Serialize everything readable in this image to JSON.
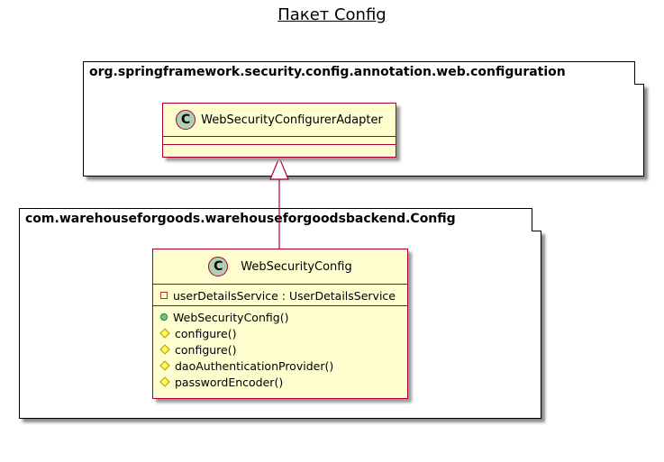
{
  "title": "Пакет Config",
  "packages": [
    {
      "name": "org.springframework.security.config.annotation.web.configuration"
    },
    {
      "name": "com.warehouseforgoods.warehouseforgoodsbackend.Config"
    }
  ],
  "classes": {
    "adapter": {
      "badge": "C",
      "name": "WebSecurityConfigurerAdapter"
    },
    "config": {
      "badge": "C",
      "name": "WebSecurityConfig",
      "fields": [
        {
          "visibility": "private",
          "text": "userDetailsService : UserDetailsService"
        }
      ],
      "methods": [
        {
          "visibility": "public",
          "text": "WebSecurityConfig()"
        },
        {
          "visibility": "protected",
          "text": "configure()"
        },
        {
          "visibility": "protected",
          "text": "configure()"
        },
        {
          "visibility": "protected",
          "text": "daoAuthenticationProvider()"
        },
        {
          "visibility": "protected",
          "text": "passwordEncoder()"
        }
      ]
    }
  },
  "colors": {
    "class_fill": "#fefece",
    "class_border": "#a80036",
    "badge_fill": "#add1b2"
  }
}
